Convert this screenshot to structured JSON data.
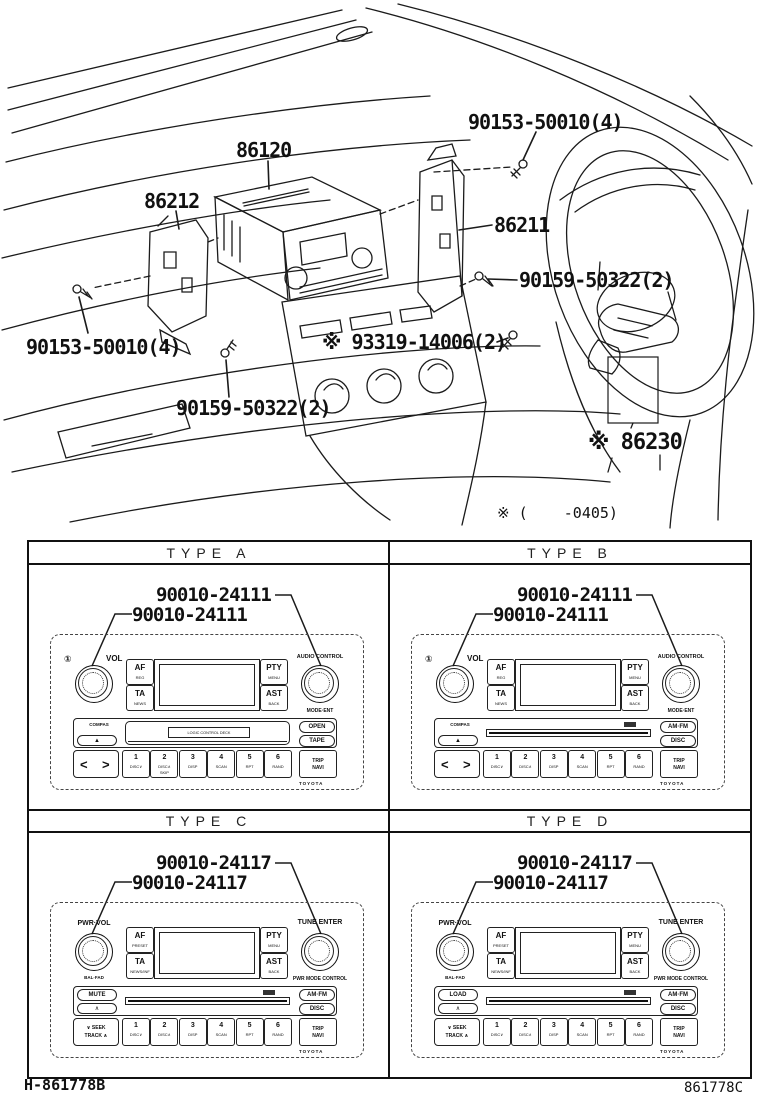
{
  "diagram": {
    "labels": {
      "screw_top": "90153-50010(4)",
      "radio": "86120",
      "bracket_left": "86212",
      "bracket_right": "86211",
      "screw_right": "90159-50322(2)",
      "screw_left": "90153-50010(4)",
      "cushion": "※ 93319-14006(2)",
      "screw_bottom": "90159-50322(2)",
      "column_switch": "※ 86230"
    },
    "footnote": "※ (    -0405)"
  },
  "footer": {
    "left_code": "H-861778B",
    "right_code": "861778C"
  },
  "radios": [
    {
      "title": "TYPE A",
      "part_upper": "90010-24111",
      "part_lower": "90010-24111",
      "knob_left_a": "①",
      "knob_left_b": "VOL",
      "knob_left_bottom": "",
      "knob_right_top": "AUDIO CONTROL",
      "knob_right_bottom": "MODE·ENT",
      "key_af": "AF",
      "key_af_sub": "REG",
      "key_ta": "TA",
      "key_ta_sub": "NEWS",
      "key_pty": "PTY",
      "key_pty_sub": "MENU",
      "key_ast": "AST",
      "key_ast_sub": "BACK",
      "mid_top_text": "COMPAS",
      "mid_top_boxed": false,
      "mid_bot_text": "▲",
      "slot": "cassette",
      "slot_text": "LOGIC CONTROL DECK",
      "btn_band_top": "OPEN",
      "btn_band_bottom": "TAPE",
      "nav_type": "arrows",
      "nav_l1": "<",
      "nav_l2": ">",
      "number_keys": [
        [
          "1",
          "DISC∨"
        ],
        [
          "2",
          "DISC∧",
          "SKIP"
        ],
        [
          "3",
          "DISP"
        ],
        [
          "4",
          "SCAN"
        ],
        [
          "5",
          "RPT"
        ],
        [
          "6",
          "RAND"
        ]
      ],
      "corner_l1": "TRIP",
      "corner_l2": "NAVI",
      "brand": "TOYOTA"
    },
    {
      "title": "TYPE B",
      "part_upper": "90010-24111",
      "part_lower": "90010-24111",
      "knob_left_a": "①",
      "knob_left_b": "VOL",
      "knob_left_bottom": "",
      "knob_right_top": "AUDIO CONTROL",
      "knob_right_bottom": "MODE·ENT",
      "key_af": "AF",
      "key_af_sub": "REG",
      "key_ta": "TA",
      "key_ta_sub": "NEWS",
      "key_pty": "PTY",
      "key_pty_sub": "MENU",
      "key_ast": "AST",
      "key_ast_sub": "BACK",
      "mid_top_text": "COMPAS",
      "mid_top_boxed": false,
      "mid_bot_text": "▲",
      "slot": "cd",
      "slot_text": "",
      "btn_band_top": "AM·FM",
      "btn_band_bottom": "DISC",
      "nav_type": "arrows",
      "nav_l1": "<",
      "nav_l2": ">",
      "number_keys": [
        [
          "1",
          "DISC∨"
        ],
        [
          "2",
          "DISC∧"
        ],
        [
          "3",
          "DISP"
        ],
        [
          "4",
          "SCAN"
        ],
        [
          "5",
          "RPT"
        ],
        [
          "6",
          "RAND"
        ]
      ],
      "corner_l1": "TRIP",
      "corner_l2": "NAVI",
      "brand": "TOYOTA"
    },
    {
      "title": "TYPE C",
      "part_upper": "90010-24117",
      "part_lower": "90010-24117",
      "knob_left_a": "PWR·VOL",
      "knob_left_b": "",
      "knob_left_bottom": "BAL·FAD",
      "knob_right_top": "TUNE ENTER",
      "knob_right_bottom": "PWR MODE CONTROL",
      "key_af": "AF",
      "key_af_sub": "PRESET",
      "key_ta": "TA",
      "key_ta_sub": "NEWS/INF",
      "key_pty": "PTY",
      "key_pty_sub": "MENU",
      "key_ast": "AST",
      "key_ast_sub": "BACK",
      "mid_top_text": "MUTE",
      "mid_top_boxed": true,
      "mid_bot_text": "∧",
      "slot": "cd",
      "slot_text": "",
      "btn_band_top": "AM·FM",
      "btn_band_bottom": "DISC",
      "nav_type": "seek",
      "nav_l1": "∨ SEEK",
      "nav_l2": "TRACK ∧",
      "number_keys": [
        [
          "1",
          "DISC∨"
        ],
        [
          "2",
          "DISC∧"
        ],
        [
          "3",
          "DISP"
        ],
        [
          "4",
          "SCAN"
        ],
        [
          "5",
          "RPT"
        ],
        [
          "6",
          "RAND"
        ]
      ],
      "corner_l1": "TRIP",
      "corner_l2": "NAVI",
      "brand": "TOYOTA"
    },
    {
      "title": "TYPE D",
      "part_upper": "90010-24117",
      "part_lower": "90010-24117",
      "knob_left_a": "PWR·VOL",
      "knob_left_b": "",
      "knob_left_bottom": "BAL·FAD",
      "knob_right_top": "TUNE ENTER",
      "knob_right_bottom": "PWR MODE CONTROL",
      "key_af": "AF",
      "key_af_sub": "PRESET",
      "key_ta": "TA",
      "key_ta_sub": "NEWS/INF",
      "key_pty": "PTY",
      "key_pty_sub": "MENU",
      "key_ast": "AST",
      "key_ast_sub": "BACK",
      "mid_top_text": "LOAD",
      "mid_top_boxed": true,
      "mid_bot_text": "∧",
      "slot": "cd",
      "slot_text": "",
      "btn_band_top": "AM·FM",
      "btn_band_bottom": "DISC",
      "nav_type": "seek",
      "nav_l1": "∨ SEEK",
      "nav_l2": "TRACK ∧",
      "number_keys": [
        [
          "1",
          "DISC∨"
        ],
        [
          "2",
          "DISC∧"
        ],
        [
          "3",
          "DISP"
        ],
        [
          "4",
          "SCAN"
        ],
        [
          "5",
          "RPT"
        ],
        [
          "6",
          "RAND"
        ]
      ],
      "corner_l1": "TRIP",
      "corner_l2": "NAVI",
      "brand": "TOYOTA"
    }
  ]
}
